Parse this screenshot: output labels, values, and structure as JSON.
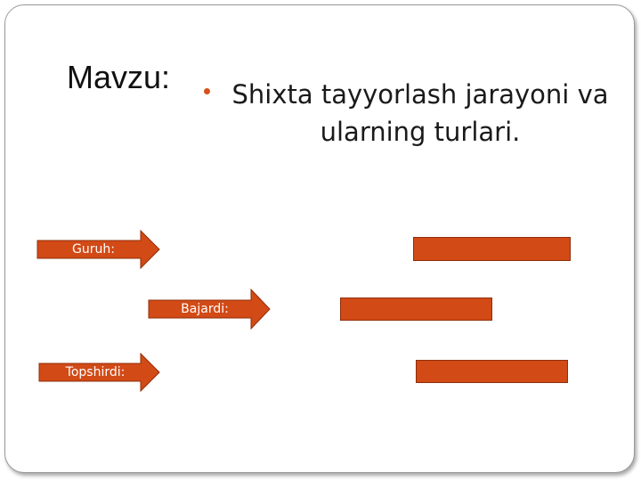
{
  "slide": {
    "title": "Mavzu:",
    "topic": "Shixta tayyorlash jarayoni va   ularning turlari."
  },
  "fields": [
    {
      "label": "Guruh:"
    },
    {
      "label": "Bajardi:"
    },
    {
      "label": "Topshirdi:"
    }
  ],
  "colors": {
    "accent": "#d24a16",
    "bullet": "#d9501e",
    "text": "#111111"
  },
  "icons": {
    "bullet": "bullet-dot-icon",
    "arrow": "right-arrow-icon"
  }
}
